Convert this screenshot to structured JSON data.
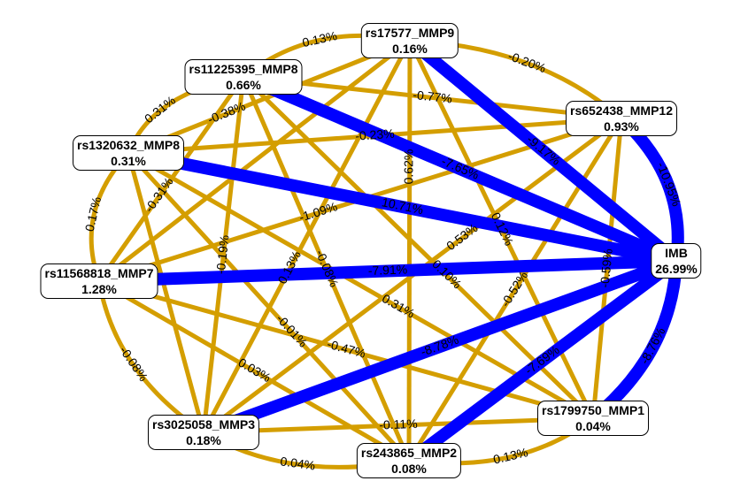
{
  "colors": {
    "positive": "#d4a017",
    "negative": "#0000ff",
    "synergy": "#0000ff",
    "redundancy": "#cc9900"
  },
  "nodes": [
    {
      "id": "mmp9",
      "name": "rs17577_MMP9",
      "value": "0.16%"
    },
    {
      "id": "mmp8a",
      "name": "rs11225395_MMP8",
      "value": "0.66%"
    },
    {
      "id": "mmp12",
      "name": "rs652438_MMP12",
      "value": "0.93%"
    },
    {
      "id": "mmp8b",
      "name": "rs1320632_MMP8",
      "value": "0.31%"
    },
    {
      "id": "imb",
      "name": "IMB",
      "value": "26.99%"
    },
    {
      "id": "mmp7",
      "name": "rs11568818_MMP7",
      "value": "1.28%"
    },
    {
      "id": "mmp3",
      "name": "rs3025058_MMP3",
      "value": "0.18%"
    },
    {
      "id": "mmp1",
      "name": "rs1799750_MMP1",
      "value": "0.04%"
    },
    {
      "id": "mmp2",
      "name": "rs243865_MMP2",
      "value": "0.08%"
    }
  ],
  "edges": [
    {
      "a": "mmp8a",
      "b": "imb",
      "label": "-7.65%",
      "kind": "blue"
    },
    {
      "a": "mmp9",
      "b": "imb",
      "label": "-9.17%",
      "kind": "blue"
    },
    {
      "a": "mmp12",
      "b": "imb",
      "label": "-10.95%",
      "kind": "blue"
    },
    {
      "a": "mmp8b",
      "b": "imb",
      "label": "10.71%",
      "kind": "blue"
    },
    {
      "a": "mmp7",
      "b": "imb",
      "label": "-7.91%",
      "kind": "blue"
    },
    {
      "a": "mmp3",
      "b": "imb",
      "label": "-8.78%",
      "kind": "blue"
    },
    {
      "a": "mmp2",
      "b": "imb",
      "label": "-7.69%",
      "kind": "blue"
    },
    {
      "a": "mmp1",
      "b": "imb",
      "label": "-8.76%",
      "kind": "blue"
    },
    {
      "a": "mmp9",
      "b": "mmp8a",
      "label": "0.13%",
      "kind": "gold"
    },
    {
      "a": "mmp9",
      "b": "mmp12",
      "label": "-0.20%",
      "kind": "gold"
    },
    {
      "a": "mmp8a",
      "b": "mmp8b",
      "label": "0.31%",
      "kind": "gold"
    },
    {
      "a": "mmp8b",
      "b": "mmp7",
      "label": "0.17%",
      "kind": "gold"
    },
    {
      "a": "mmp7",
      "b": "mmp3",
      "label": "-0.08%",
      "kind": "gold"
    },
    {
      "a": "mmp3",
      "b": "mmp2",
      "label": "0.04%",
      "kind": "gold"
    },
    {
      "a": "mmp2",
      "b": "mmp1",
      "label": "0.13%",
      "kind": "gold"
    },
    {
      "a": "mmp8a",
      "b": "mmp12",
      "label": "-0.77%",
      "kind": "gold"
    },
    {
      "a": "mmp8b",
      "b": "mmp12",
      "label": "-0.23%",
      "kind": "gold"
    },
    {
      "a": "mmp9",
      "b": "mmp8b",
      "label": "-0.38%",
      "kind": "gold"
    },
    {
      "a": "mmp12",
      "b": "mmp7",
      "label": "-1.09%",
      "kind": "gold"
    },
    {
      "a": "mmp8a",
      "b": "mmp3",
      "label": "-0.19%",
      "kind": "gold"
    },
    {
      "a": "mmp9",
      "b": "mmp3",
      "label": "0.13%",
      "kind": "gold"
    },
    {
      "a": "mmp8a",
      "b": "mmp2",
      "label": "-0.08%",
      "kind": "gold"
    },
    {
      "a": "mmp8b",
      "b": "mmp1",
      "label": "0.31%",
      "kind": "gold"
    },
    {
      "a": "mmp8b",
      "b": "mmp2",
      "label": "-0.01%",
      "kind": "gold"
    },
    {
      "a": "mmp7",
      "b": "mmp1",
      "label": "-0.47%",
      "kind": "gold"
    },
    {
      "a": "mmp7",
      "b": "mmp2",
      "label": "0.03%",
      "kind": "gold"
    },
    {
      "a": "mmp9",
      "b": "mmp1",
      "label": "0.12%",
      "kind": "gold"
    },
    {
      "a": "mmp12",
      "b": "mmp2",
      "label": "-0.52%",
      "kind": "gold"
    },
    {
      "a": "mmp12",
      "b": "mmp1",
      "label": "-0.59%",
      "kind": "gold"
    },
    {
      "a": "mmp9",
      "b": "mmp2",
      "label": "0.62%",
      "kind": "gold"
    },
    {
      "a": "mmp8a",
      "b": "mmp1",
      "label": "0.10%",
      "kind": "gold"
    },
    {
      "a": "mmp12",
      "b": "mmp3",
      "label": "0.53%",
      "kind": "gold"
    },
    {
      "a": "mmp8a",
      "b": "mmp7",
      "label": "-0.31%",
      "kind": "gold"
    },
    {
      "a": "mmp9",
      "b": "mmp7",
      "label": "",
      "kind": "gold"
    },
    {
      "a": "mmp8b",
      "b": "mmp3",
      "label": "",
      "kind": "gold"
    },
    {
      "a": "mmp3",
      "b": "mmp1",
      "label": "-0.11%",
      "kind": "gold"
    }
  ]
}
